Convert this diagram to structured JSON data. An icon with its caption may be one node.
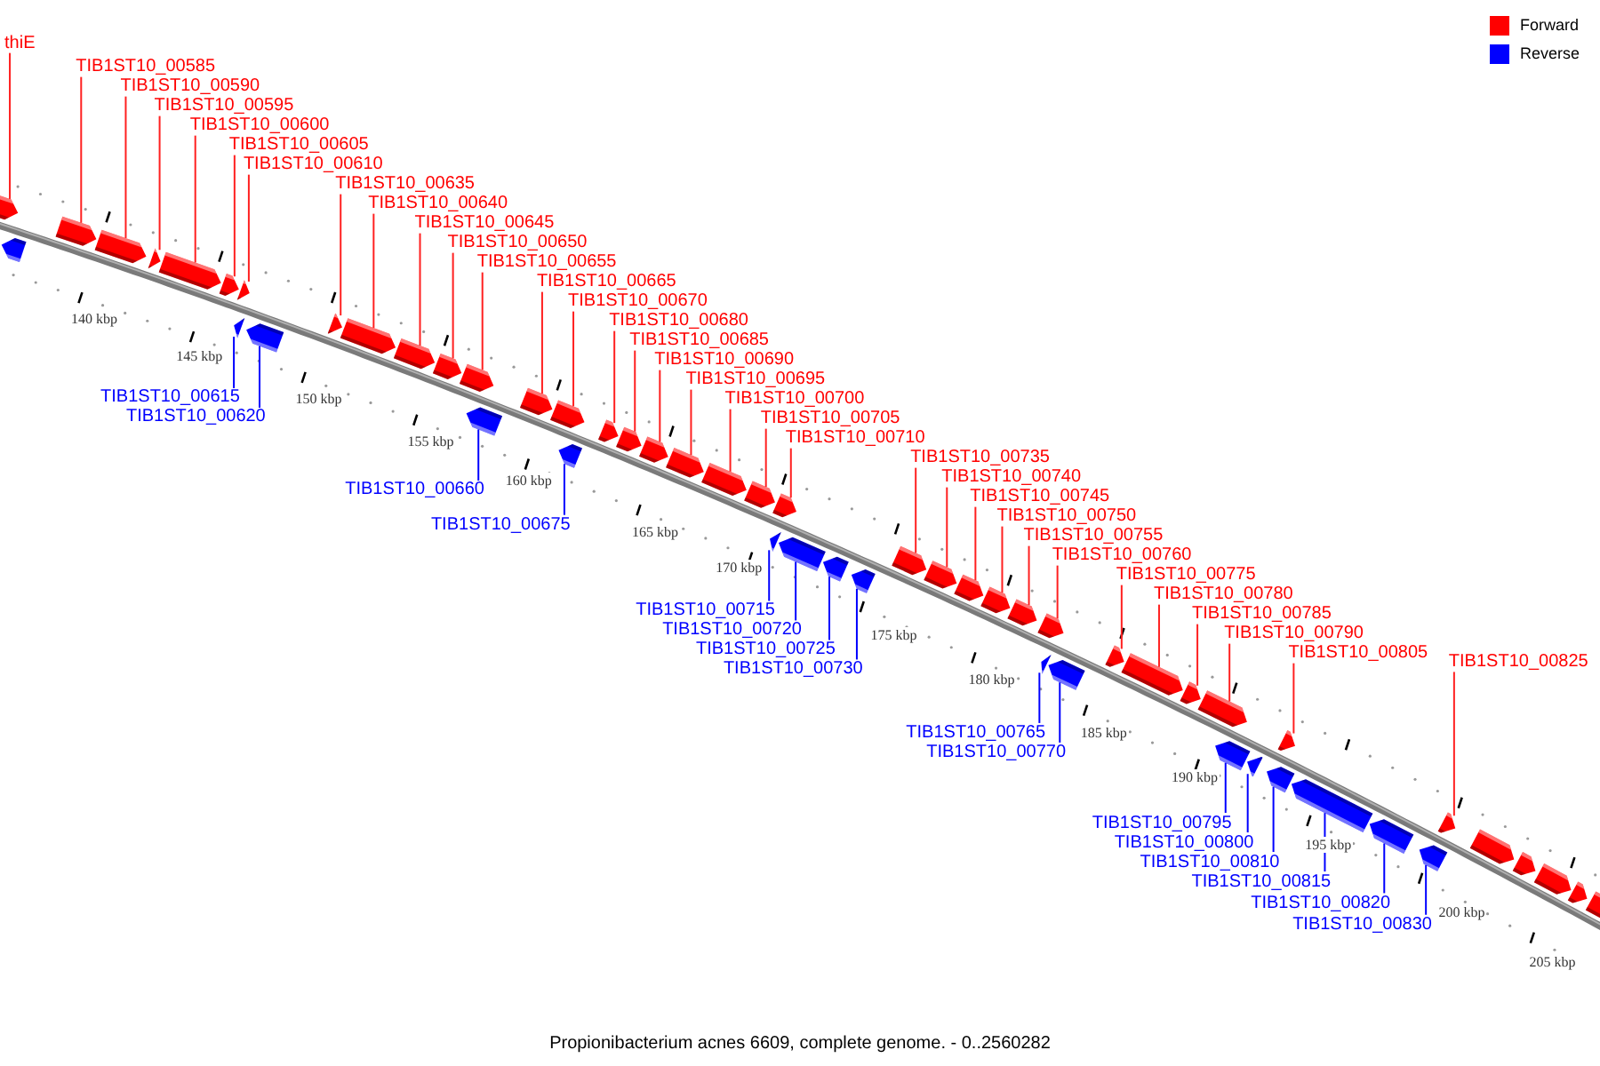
{
  "diagram": {
    "caption": "Propionibacterium acnes 6609, complete genome. - 0..2560282",
    "nodes": [
      {
        "text": [
          "thiE"
        ]
      },
      {
        "text": [
          "TIB1ST10_00585"
        ]
      },
      {
        "text": [
          "TIB1ST10_00590"
        ]
      },
      {
        "text": [
          "TIB1ST10_00595"
        ]
      },
      {
        "text": [
          "TIB1ST10_00600"
        ]
      },
      {
        "text": [
          "TIB1ST10_00605"
        ]
      },
      {
        "text": [
          "TIB1ST10_00610"
        ]
      },
      {
        "text": [
          "TIB1ST10_00615"
        ]
      },
      {
        "text": [
          "TIB1ST10_00620"
        ]
      },
      {
        "text": [
          "TIB1ST10_00635"
        ]
      },
      {
        "text": [
          "TIB1ST10_00640"
        ]
      },
      {
        "text": [
          "TIB1ST10_00645"
        ]
      },
      {
        "text": [
          "TIB1ST10_00650"
        ]
      },
      {
        "text": [
          "TIB1ST10_00655"
        ]
      },
      {
        "text": [
          "TIB1ST10_00660"
        ]
      },
      {
        "text": [
          "TIB1ST10_00665"
        ]
      },
      {
        "text": [
          "TIB1ST10_00670"
        ]
      },
      {
        "text": [
          "TIB1ST10_00675"
        ]
      },
      {
        "text": [
          "TIB1ST10_00680"
        ]
      },
      {
        "text": [
          "TIB1ST10_00685"
        ]
      },
      {
        "text": [
          "TIB1ST10_00690"
        ]
      },
      {
        "text": [
          "TIB1ST10_00695"
        ]
      },
      {
        "text": [
          "TIB1ST10_00700"
        ]
      },
      {
        "text": [
          "TIB1ST10_00705"
        ]
      },
      {
        "text": [
          "TIB1ST10_00710"
        ]
      },
      {
        "text": [
          "TIB1ST10_00715"
        ]
      },
      {
        "text": [
          "TIB1ST10_00720"
        ]
      },
      {
        "text": [
          "TIB1ST10_00725"
        ]
      },
      {
        "text": [
          "TIB1ST10_00730"
        ]
      },
      {
        "text": [
          "TIB1ST10_00735"
        ]
      },
      {
        "text": [
          "TIB1ST10_00740"
        ]
      },
      {
        "text": [
          "TIB1ST10_00745"
        ]
      },
      {
        "text": [
          "TIB1ST10_00750"
        ]
      },
      {
        "text": [
          "TIB1ST10_00755"
        ]
      },
      {
        "text": [
          "TIB1ST10_00760"
        ]
      },
      {
        "text": [
          "TIB1ST10_00765"
        ]
      },
      {
        "text": [
          "TIB1ST10_00770"
        ]
      },
      {
        "text": [
          "TIB1ST10_00775"
        ]
      },
      {
        "text": [
          "TIB1ST10_00780"
        ]
      },
      {
        "text": [
          "TIB1ST10_00785"
        ]
      },
      {
        "text": [
          "TIB1ST10_00790"
        ]
      },
      {
        "text": [
          "TIB1ST10_00795"
        ]
      },
      {
        "text": [
          "TIB1ST10_00800"
        ]
      },
      {
        "text": [
          "TIB1ST10_00805"
        ]
      },
      {
        "text": [
          "TIB1ST10_00810"
        ]
      },
      {
        "text": [
          "TIB1ST10_00815"
        ]
      },
      {
        "text": [
          "TIB1ST10_00820"
        ]
      },
      {
        "text": [
          "TIB1ST10_00825"
        ]
      },
      {
        "text": [
          "TIB1ST10_00830"
        ]
      },
      {
        "text": [],
        "shape": "arrow"
      },
      {
        "text": [],
        "shape": "arrow"
      },
      {
        "text": [],
        "shape": "arrow"
      },
      {
        "text": [],
        "shape": "arrow"
      },
      {
        "text": [],
        "shape": "arrow"
      },
      {
        "text": [],
        "shape": "arrow"
      },
      {
        "text": [],
        "shape": "arrow"
      },
      {
        "text": [],
        "shape": "arrow"
      },
      {
        "text": [],
        "shape": "arrow"
      },
      {
        "text": [],
        "shape": "arrow"
      },
      {
        "text": [],
        "shape": "arrow"
      },
      {
        "text": [],
        "shape": "arrow"
      },
      {
        "text": [],
        "shape": "arrow"
      },
      {
        "text": [],
        "shape": "arrow"
      },
      {
        "text": [],
        "shape": "arrow"
      },
      {
        "text": [],
        "shape": "arrow"
      },
      {
        "text": [],
        "shape": "arrow"
      },
      {
        "text": [],
        "shape": "arrow"
      },
      {
        "text": [],
        "shape": "arrow"
      },
      {
        "text": [],
        "shape": "arrow"
      },
      {
        "text": [],
        "shape": "arrow"
      },
      {
        "text": [],
        "shape": "arrow"
      },
      {
        "text": [],
        "shape": "arrow"
      },
      {
        "text": [],
        "shape": "arrow"
      },
      {
        "text": [],
        "shape": "arrow"
      },
      {
        "text": [],
        "shape": "arrow"
      },
      {
        "text": [],
        "shape": "arrow"
      },
      {
        "text": [],
        "shape": "arrow"
      },
      {
        "text": [],
        "shape": "arrow"
      },
      {
        "text": [],
        "shape": "arrow"
      },
      {
        "text": [],
        "shape": "arrow"
      },
      {
        "text": [],
        "shape": "arrow"
      },
      {
        "text": [],
        "shape": "arrow"
      },
      {
        "text": [],
        "shape": "arrow"
      },
      {
        "text": [],
        "shape": "arrow"
      },
      {
        "text": [],
        "shape": "arrow"
      },
      {
        "text": [],
        "shape": "arrow"
      },
      {
        "text": [],
        "shape": "arrow"
      },
      {
        "text": [],
        "shape": "arrow"
      },
      {
        "text": [],
        "shape": "arrow"
      },
      {
        "text": [],
        "shape": "arrow"
      },
      {
        "text": [],
        "shape": "arrow"
      },
      {
        "text": [],
        "shape": "arrow"
      },
      {
        "text": [],
        "shape": "arrow"
      },
      {
        "text": [],
        "shape": "arrow"
      },
      {
        "text": [],
        "shape": "arrow"
      },
      {
        "text": [],
        "shape": "arrow"
      },
      {
        "text": [],
        "shape": "arrow"
      },
      {
        "text": [],
        "shape": "arrow"
      },
      {
        "text": [],
        "shape": "arrow"
      },
      {
        "text": [],
        "shape": "arrow"
      },
      {
        "text": [],
        "shape": "arrow"
      },
      {
        "text": [],
        "shape": "arrow"
      },
      {
        "text": [],
        "shape": "arrow"
      },
      {
        "text": [],
        "shape": "arrow"
      }
    ],
    "edges": [
      {
        "from": 0,
        "to": 49,
        "arrow": "none"
      },
      {
        "from": 1,
        "to": 51,
        "arrow": "none"
      },
      {
        "from": 2,
        "to": 52,
        "arrow": "none"
      },
      {
        "from": 3,
        "to": 53,
        "arrow": "none"
      },
      {
        "from": 4,
        "to": 54,
        "arrow": "none"
      },
      {
        "from": 5,
        "to": 55,
        "arrow": "none"
      },
      {
        "from": 6,
        "to": 56,
        "arrow": "none"
      },
      {
        "from": 7,
        "to": 57,
        "arrow": "none",
        "color": "#0000ff"
      },
      {
        "from": 8,
        "to": 58,
        "arrow": "none",
        "color": "#0000ff"
      },
      {
        "from": 9,
        "to": 59,
        "arrow": "none"
      },
      {
        "from": 10,
        "to": 60,
        "arrow": "none"
      },
      {
        "from": 11,
        "to": 61,
        "arrow": "none"
      },
      {
        "from": 12,
        "to": 62,
        "arrow": "none"
      },
      {
        "from": 13,
        "to": 63,
        "arrow": "none"
      },
      {
        "from": 14,
        "to": 64,
        "arrow": "none",
        "color": "#0000ff"
      },
      {
        "from": 15,
        "to": 65,
        "arrow": "none"
      },
      {
        "from": 16,
        "to": 66,
        "arrow": "none"
      },
      {
        "from": 17,
        "to": 67,
        "arrow": "none",
        "color": "#0000ff"
      },
      {
        "from": 18,
        "to": 68,
        "arrow": "none"
      },
      {
        "from": 19,
        "to": 69,
        "arrow": "none"
      },
      {
        "from": 20,
        "to": 70,
        "arrow": "none"
      },
      {
        "from": 21,
        "to": 71,
        "arrow": "none"
      },
      {
        "from": 22,
        "to": 72,
        "arrow": "none"
      },
      {
        "from": 23,
        "to": 73,
        "arrow": "none"
      },
      {
        "from": 24,
        "to": 74,
        "arrow": "none"
      },
      {
        "from": 25,
        "to": 75,
        "arrow": "none",
        "color": "#0000ff"
      },
      {
        "from": 26,
        "to": 76,
        "arrow": "none",
        "color": "#0000ff"
      },
      {
        "from": 27,
        "to": 77,
        "arrow": "none",
        "color": "#0000ff"
      },
      {
        "from": 28,
        "to": 78,
        "arrow": "none",
        "color": "#0000ff"
      },
      {
        "from": 29,
        "to": 79,
        "arrow": "none"
      },
      {
        "from": 30,
        "to": 80,
        "arrow": "none"
      },
      {
        "from": 31,
        "to": 81,
        "arrow": "none"
      },
      {
        "from": 32,
        "to": 82,
        "arrow": "none"
      },
      {
        "from": 33,
        "to": 83,
        "arrow": "none"
      },
      {
        "from": 34,
        "to": 84,
        "arrow": "none"
      },
      {
        "from": 35,
        "to": 85,
        "arrow": "none",
        "color": "#0000ff"
      },
      {
        "from": 36,
        "to": 86,
        "arrow": "none",
        "color": "#0000ff"
      },
      {
        "from": 37,
        "to": 87,
        "arrow": "none"
      },
      {
        "from": 38,
        "to": 88,
        "arrow": "none"
      },
      {
        "from": 39,
        "to": 89,
        "arrow": "none"
      },
      {
        "from": 40,
        "to": 90,
        "arrow": "none"
      },
      {
        "from": 41,
        "to": 91,
        "arrow": "none",
        "color": "#0000ff"
      },
      {
        "from": 42,
        "to": 92,
        "arrow": "none",
        "color": "#0000ff"
      },
      {
        "from": 43,
        "to": 93,
        "arrow": "none"
      },
      {
        "from": 44,
        "to": 94,
        "arrow": "none",
        "color": "#0000ff"
      },
      {
        "from": 45,
        "to": 95,
        "arrow": "none",
        "color": "#0000ff"
      },
      {
        "from": 46,
        "to": 96,
        "arrow": "none",
        "color": "#0000ff"
      },
      {
        "from": 47,
        "to": 98,
        "arrow": "none"
      },
      {
        "from": 48,
        "to": 97,
        "arrow": "none",
        "color": "#0000ff"
      }
    ],
    "labels": [
      "140 kbp",
      "145 kbp",
      "150 kbp",
      "155 kbp",
      "160 kbp",
      "165 kbp",
      "170 kbp",
      "175 kbp",
      "180 kbp",
      "185 kbp",
      "190 kbp",
      "195 kbp",
      "200 kbp",
      "205 kbp"
    ],
    "legend": [
      {
        "text": "Forward",
        "color": "#ff0000"
      },
      {
        "text": "Reverse",
        "color": "#0000ff"
      }
    ]
  }
}
